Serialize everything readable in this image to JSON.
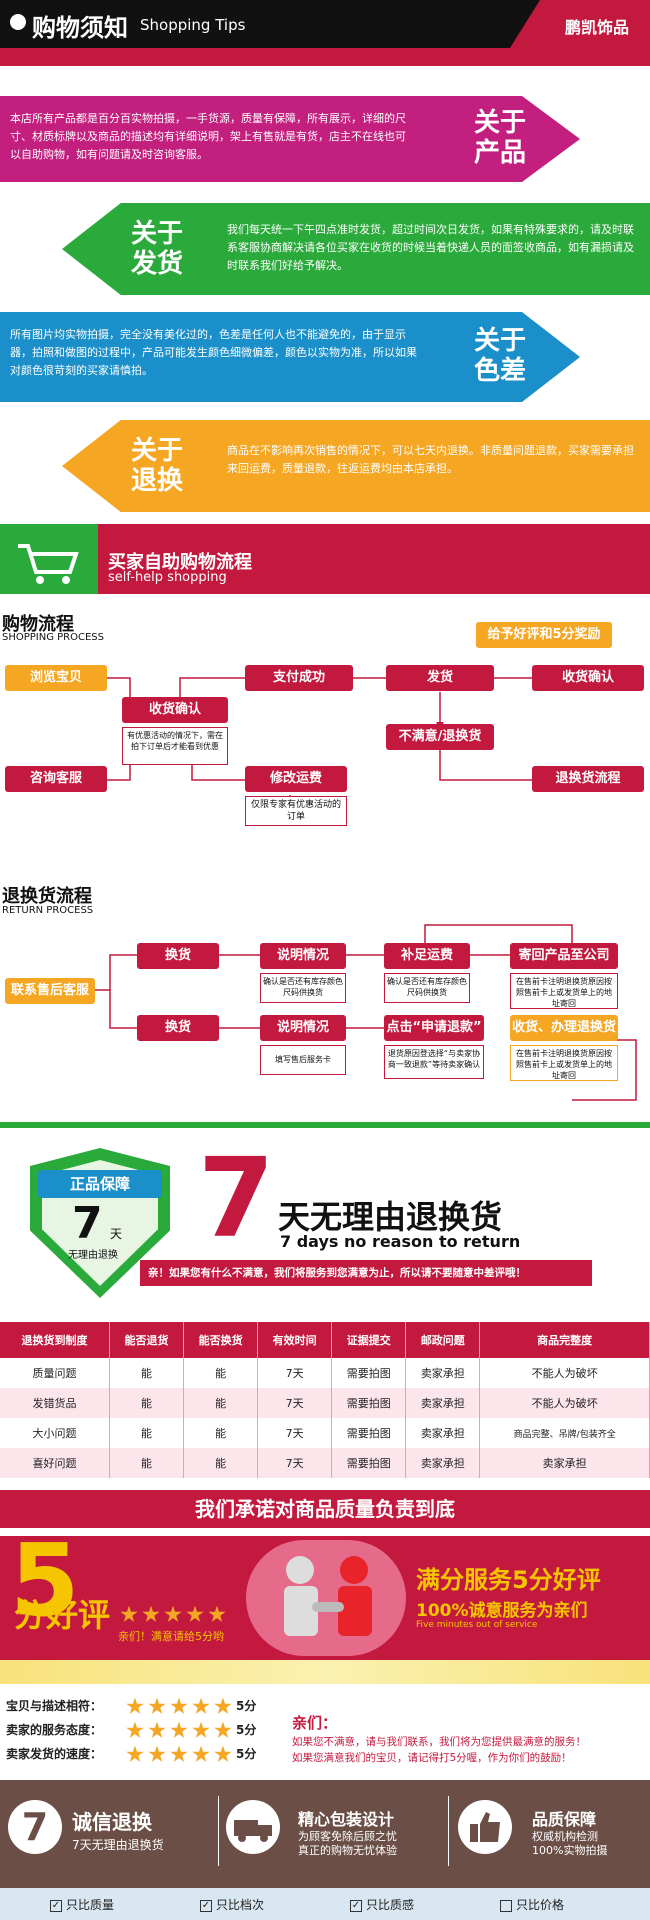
{
  "header": {
    "title_cn": "购物须知",
    "title_en": "Shopping Tips",
    "brand": "鹏凯饰品"
  },
  "banners": [
    {
      "label": "关于\n产品",
      "text": "本店所有产品都是百分百实物拍摄，一手货源，质量有保障，所有展示，详细的尺寸、材质标牌以及商品的描述均有详细说明，架上有售就是有货，店主不在线也可以自助购物，如有问题请及时咨询客服。"
    },
    {
      "label": "关于\n发货",
      "text": "我们每天统一下午四点准时发货，超过时间次日发货，如果有特殊要求的，请及时联系客服协商解决请各位买家在收货的时候当着快递人员的面签收商品，如有漏损请及时联系我们好给予解决。"
    },
    {
      "label": "关于\n色差",
      "text": "所有图片均实物拍摄，完全没有美化过的，色差是任何人也不能避免的，由于显示器，拍照和做图的过程中，产品可能发生颜色细微偏差，颜色以实物为准，所以如果对颜色很苛刻的买家请慎拍。"
    },
    {
      "label": "关于\n退换",
      "text": "商品在不影响再次销售的情况下，可以七天内退换。非质量问题退款，买家需要承担来回运费，质量退款，往返运费均由本店承担。"
    }
  ],
  "selfhelp": {
    "title_cn": "买家自助购物流程",
    "title_en": "self-help shopping"
  },
  "shopping_process": {
    "title_cn": "购物流程",
    "title_en": "SHOPPING PROCESS",
    "reward": "给予好评和5分奖励",
    "browse": "浏览宝贝",
    "confirm_receipt": "收货确认",
    "confirm_note": "有优惠活动的情况下，需在拍下订单后才能看到优惠",
    "consult": "咨询客服",
    "pay_success": "支付成功",
    "modify_fee": "修改运费",
    "modify_note": "仅限专家有优惠活动的订单",
    "ship": "发货",
    "unsatisfied": "不满意/退换货",
    "confirm_final": "收货确认",
    "return_flow": "退换货流程"
  },
  "return_process": {
    "title_cn": "退换货流程",
    "title_en": "RETURN PROCESS",
    "contact": "联系售后客服",
    "exchange1": "换货",
    "explain1": "说明情况",
    "explain1_note": "确认是否还有库存颜色尺码供换货",
    "supplement": "补足运费",
    "supplement_note": "确认是否还有库存颜色尺码供换货",
    "send_back": "寄回产品至公司",
    "send_back_note": "在售前卡注明退换货原因按照售前卡上或发货单上的地址寄回",
    "exchange2": "换货",
    "explain2": "说明情况",
    "explain2_note": "填写售后服务卡",
    "apply": "点击“申请退款”",
    "apply_note": "退货原因登选择“与卖家协商一致退款”等待卖家确认",
    "receive": "收货、办理退换货",
    "receive_note": "在售前卡注明退换货原因按照售前卡上或发货单上的地址寄回"
  },
  "guarantee": {
    "shield_label": "正品保障",
    "shield_num": "7",
    "shield_day": "天",
    "shield_sub": "无理由退换",
    "big_num": "7",
    "title_cn": "天无理由退换货",
    "title_en": "7 days no reason to return",
    "slogan": "亲！如果您有什么不满意，我们将服务到您满意为止，所以请不要随意中差评哦！"
  },
  "table": {
    "headers": [
      "退换货到制度",
      "能否退货",
      "能否换货",
      "有效时间",
      "证据提交",
      "邮政问题",
      "商品完整度"
    ],
    "rows": [
      [
        "质量问题",
        "能",
        "能",
        "7天",
        "需要拍图",
        "卖家承担",
        "不能人为破坏"
      ],
      [
        "发错货品",
        "能",
        "能",
        "7天",
        "需要拍图",
        "卖家承担",
        "不能人为破坏"
      ],
      [
        "大小问题",
        "能",
        "能",
        "7天",
        "需要拍图",
        "卖家承担",
        "商品完整、吊牌/包装齐全"
      ],
      [
        "喜好问题",
        "能",
        "能",
        "7天",
        "需要拍图",
        "卖家承担",
        "卖家承担"
      ]
    ]
  },
  "promise": "我们承诺对商品质量负责到底",
  "rating": {
    "big_num": "5",
    "big_text": "分好评",
    "small_text": "亲们！满意请给5分哟",
    "title_cn": "满分服务5分好评",
    "sub_cn": "100%诚意服务为亲们",
    "sub_en": "Five minutes out of service"
  },
  "scores": [
    {
      "label": "宝贝与描述相符：",
      "value": "5分"
    },
    {
      "label": "卖家的服务态度：",
      "value": "5分"
    },
    {
      "label": "卖家发货的速度：",
      "value": "5分"
    }
  ],
  "dear": {
    "title": "亲们：",
    "line1": "如果您不满意，请与我们联系，我们将为您提供最满意的服务！",
    "line2": "如果您满意我们的宝贝，请记得打5分喔，作为你们的鼓励！"
  },
  "footer": {
    "items": [
      {
        "icon": "7",
        "title": "诚信退换",
        "sub": "7天无理由退换货"
      },
      {
        "icon": "truck",
        "title": "精心包装设计",
        "sub": "为顾客免除后顾之忧\n真正的购物无忧体验"
      },
      {
        "icon": "thumb",
        "title": "品质保障",
        "sub": "权威机构检测\n100%实物拍摄"
      }
    ]
  },
  "bottom": {
    "items": [
      {
        "checked": true,
        "label": "只比质量"
      },
      {
        "checked": true,
        "label": "只比档次"
      },
      {
        "checked": true,
        "label": "只比质感"
      },
      {
        "checked": false,
        "label": "只比价格"
      }
    ]
  },
  "colors": {
    "red": "#c4193f",
    "magenta": "#c31f7f",
    "green": "#2aaa3a",
    "blue": "#1a8fc9",
    "orange": "#f5a623"
  }
}
